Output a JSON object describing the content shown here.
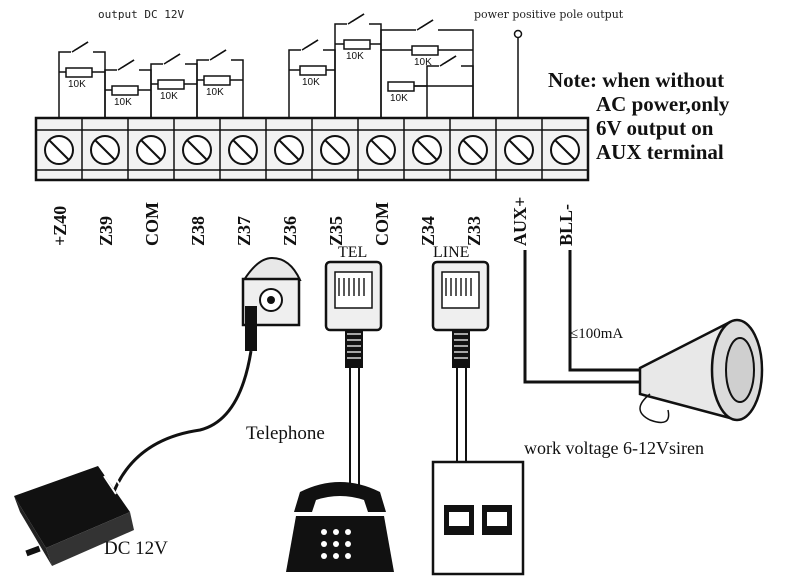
{
  "top": {
    "output_dc_label": "output DC 12V",
    "power_positive_label": "power positive pole output"
  },
  "note": {
    "line1": "Note: when without",
    "line2": "AC power,only",
    "line3": "6V output on",
    "line4": "AUX terminal"
  },
  "terminals": [
    {
      "label": "+Z40"
    },
    {
      "label": "Z39"
    },
    {
      "label": "COM"
    },
    {
      "label": "Z38"
    },
    {
      "label": "Z37"
    },
    {
      "label": "Z36"
    },
    {
      "label": "Z35"
    },
    {
      "label": "COM"
    },
    {
      "label": "Z34"
    },
    {
      "label": "Z33"
    },
    {
      "label": "AUX+"
    },
    {
      "label": "BLL-"
    }
  ],
  "resistors": [
    {
      "label": "10K"
    },
    {
      "label": "10K"
    },
    {
      "label": "10K"
    },
    {
      "label": "10K"
    },
    {
      "label": "10K"
    },
    {
      "label": "10K"
    },
    {
      "label": "10K"
    },
    {
      "label": "10K"
    }
  ],
  "ports": {
    "tel_label": "TEL",
    "line_label": "LINE"
  },
  "devices": {
    "telephone_label": "Telephone",
    "dc_label": "DC 12V",
    "current_label": "≤100mA",
    "siren_label": "work  voltage 6-12Vsiren"
  }
}
